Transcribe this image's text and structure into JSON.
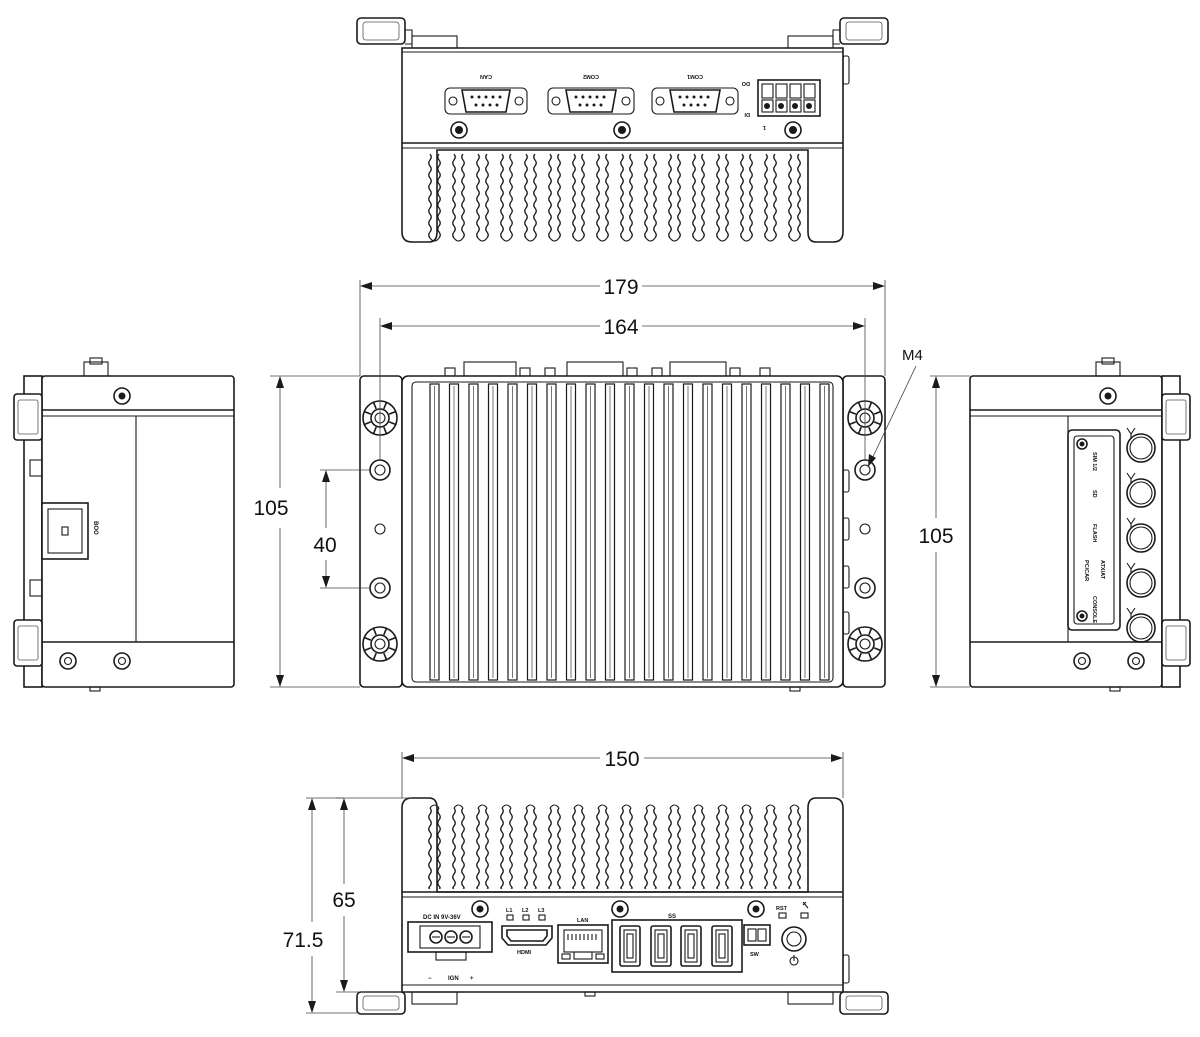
{
  "dimensions": {
    "width_overall": "179",
    "hole_spacing_width": "164",
    "height_front": "105",
    "hole_spacing_vertical": "40",
    "height_side": "105",
    "width_body": "150",
    "height_body": "65",
    "height_overall": "71.5",
    "screw_callout": "M4"
  },
  "top_view_ports": {
    "can": "CAN",
    "com2": "COM2",
    "com1": "COM1",
    "do": "DO",
    "di": "DI",
    "pin1": "1"
  },
  "left_side": {
    "label": "BOO"
  },
  "right_side_panel": {
    "sim": "SIM 1/2",
    "sd": "SD",
    "flash": "FLASH",
    "pc_car": "PC/CAR",
    "atx_at": "ATX/AT",
    "console": "CONSOLE"
  },
  "bottom_view_ports": {
    "dc_in": "DC IN 9V-36V",
    "ign": "IGN",
    "minus": "−",
    "plus": "+",
    "l1": "L1",
    "l2": "L2",
    "l3": "L3",
    "hdmi": "HDMI",
    "lan": "LAN",
    "usb": "SS",
    "rst": "RST",
    "sw": "SW"
  }
}
